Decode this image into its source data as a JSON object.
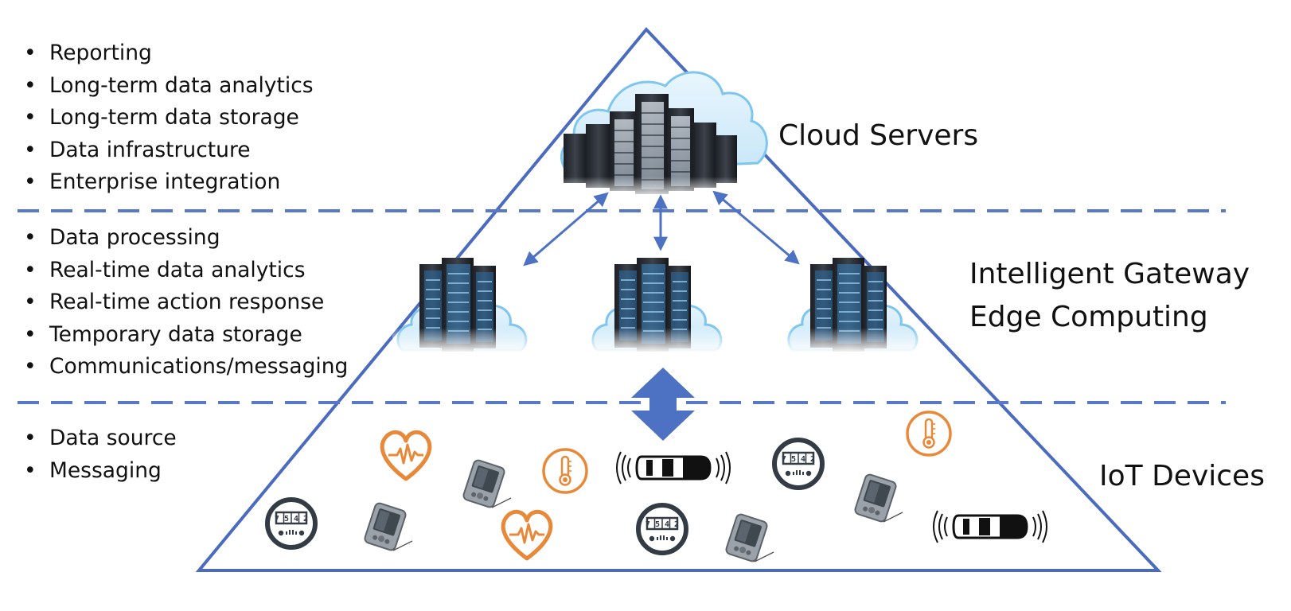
{
  "tiers": {
    "cloud": {
      "label": "Cloud Servers",
      "items": [
        "Reporting",
        "Long-term data analytics",
        "Long-term data storage",
        "Data infrastructure",
        "Enterprise integration"
      ]
    },
    "edge": {
      "label_line1": "Intelligent Gateway",
      "label_line2": "Edge Computing",
      "items": [
        "Data processing",
        "Real-time data analytics",
        "Real-time action response",
        "Temporary data storage",
        "Communications/messaging"
      ]
    },
    "iot": {
      "label": "IoT Devices",
      "items": [
        "Data source",
        "Messaging"
      ]
    }
  },
  "bullet_char": "•",
  "meter_digits": "7 5 4 2",
  "colors": {
    "pyramid_line": "#4a6bbf",
    "divider": "#5a78c8",
    "arrow": "#4d72c4",
    "orange": "#e8893a",
    "dark_icon": "#333b45",
    "cloud_blue": "#7fc6ef"
  },
  "icons": [
    "cloud-server-icon",
    "edge-server-icon",
    "heart-rate-icon",
    "thermometer-icon",
    "utility-meter-icon",
    "pda-icon",
    "connected-car-icon"
  ]
}
